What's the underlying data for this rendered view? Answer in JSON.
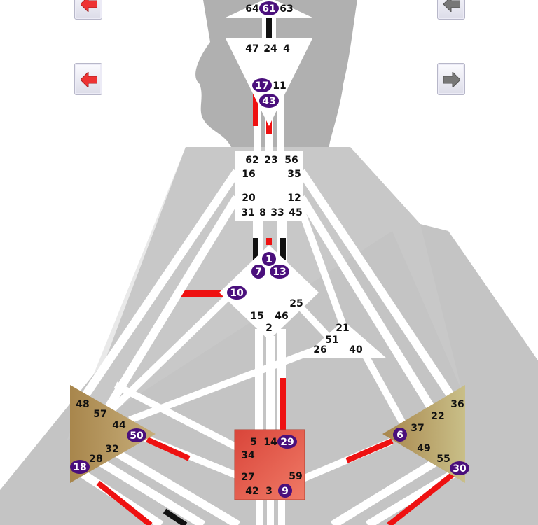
{
  "colors": {
    "background": "#ffffff",
    "body_silhouette": "#c4c4c4",
    "head_silhouette": "#b0b0b0",
    "channel_white": "#ffffff",
    "channel_red": "#ee1111",
    "channel_black": "#111111",
    "active_gate": "#4a0f7c",
    "active_gate_text": "#ffffff",
    "gate_text": "#111111",
    "center_open": "#ffffff",
    "center_defined_red": "#e34c3c",
    "center_defined_tan": "#b8965a",
    "nav_arrow_red": "#ee3333",
    "nav_arrow_gray": "#777777"
  },
  "navigation": {
    "left_buttons": [
      {
        "icon": "left-arrow-red"
      },
      {
        "icon": "left-arrow-red"
      }
    ],
    "right_buttons": [
      {
        "icon": "left-arrow-gray"
      },
      {
        "icon": "right-arrow-gray"
      }
    ]
  },
  "centers": [
    {
      "name": "head",
      "defined": false,
      "gates": [
        {
          "n": "64",
          "active": false
        },
        {
          "n": "61",
          "active": true
        },
        {
          "n": "63",
          "active": false
        }
      ]
    },
    {
      "name": "ajna",
      "defined": false,
      "gates": [
        {
          "n": "47",
          "active": false
        },
        {
          "n": "24",
          "active": false
        },
        {
          "n": "4",
          "active": false
        },
        {
          "n": "17",
          "active": true
        },
        {
          "n": "11",
          "active": false
        },
        {
          "n": "43",
          "active": true
        }
      ]
    },
    {
      "name": "throat",
      "defined": false,
      "gates": [
        {
          "n": "62",
          "active": false
        },
        {
          "n": "23",
          "active": false
        },
        {
          "n": "56",
          "active": false
        },
        {
          "n": "16",
          "active": false
        },
        {
          "n": "35",
          "active": false
        },
        {
          "n": "20",
          "active": false
        },
        {
          "n": "12",
          "active": false
        },
        {
          "n": "31",
          "active": false
        },
        {
          "n": "8",
          "active": false
        },
        {
          "n": "33",
          "active": false
        },
        {
          "n": "45",
          "active": false
        }
      ]
    },
    {
      "name": "g-center",
      "defined": false,
      "gates": [
        {
          "n": "1",
          "active": true
        },
        {
          "n": "7",
          "active": true
        },
        {
          "n": "13",
          "active": true
        },
        {
          "n": "10",
          "active": true
        },
        {
          "n": "25",
          "active": false
        },
        {
          "n": "15",
          "active": false
        },
        {
          "n": "46",
          "active": false
        },
        {
          "n": "2",
          "active": false
        }
      ]
    },
    {
      "name": "heart",
      "defined": false,
      "gates": [
        {
          "n": "21",
          "active": false
        },
        {
          "n": "51",
          "active": false
        },
        {
          "n": "26",
          "active": false
        },
        {
          "n": "40",
          "active": false
        }
      ]
    },
    {
      "name": "spleen",
      "defined": true,
      "gates": [
        {
          "n": "48",
          "active": false
        },
        {
          "n": "57",
          "active": false
        },
        {
          "n": "44",
          "active": false
        },
        {
          "n": "50",
          "active": true
        },
        {
          "n": "32",
          "active": false
        },
        {
          "n": "28",
          "active": false
        },
        {
          "n": "18",
          "active": true
        }
      ]
    },
    {
      "name": "sacral",
      "defined": true,
      "gates": [
        {
          "n": "5",
          "active": false
        },
        {
          "n": "14",
          "active": false
        },
        {
          "n": "29",
          "active": true
        },
        {
          "n": "34",
          "active": false
        },
        {
          "n": "27",
          "active": false
        },
        {
          "n": "59",
          "active": false
        },
        {
          "n": "42",
          "active": false
        },
        {
          "n": "3",
          "active": false
        },
        {
          "n": "9",
          "active": true
        }
      ]
    },
    {
      "name": "solar-plexus",
      "defined": true,
      "gates": [
        {
          "n": "36",
          "active": false
        },
        {
          "n": "22",
          "active": false
        },
        {
          "n": "37",
          "active": false
        },
        {
          "n": "6",
          "active": true
        },
        {
          "n": "49",
          "active": false
        },
        {
          "n": "55",
          "active": false
        },
        {
          "n": "30",
          "active": true
        }
      ]
    }
  ]
}
